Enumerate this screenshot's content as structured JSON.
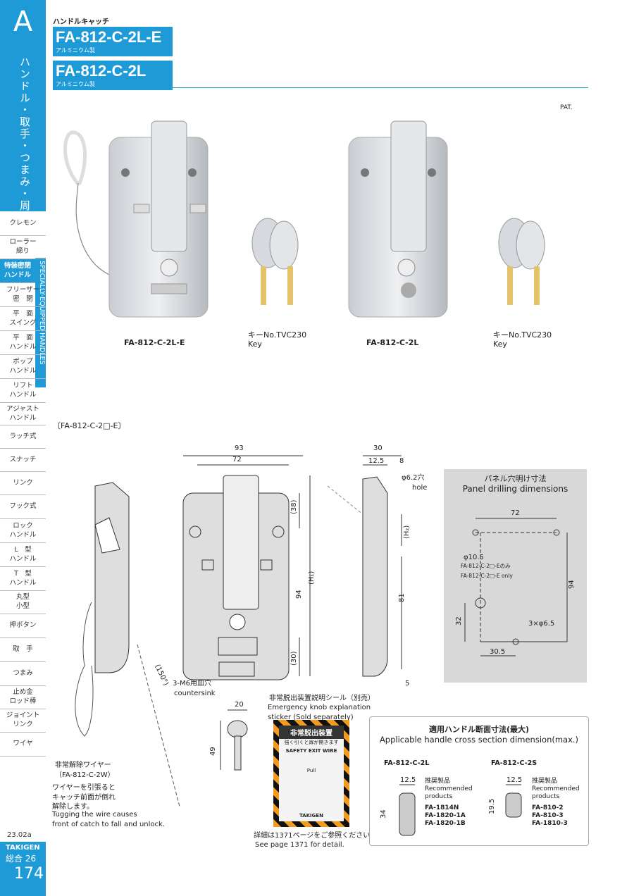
{
  "sidebar": {
    "letter": "A",
    "vertical_title": "ハンドル・取手・つまみ・周辺機器",
    "english_band": "SPECIALLY-EQUIPPED HANDLES",
    "items": [
      {
        "label": "クレモン"
      },
      {
        "label": "ローラー\n締り"
      },
      {
        "label": "特装密閉\nハンドル"
      },
      {
        "label": "フリーザー\n密　閉"
      },
      {
        "label": "平　面\nスイング"
      },
      {
        "label": "平　面\nハンドル"
      },
      {
        "label": "ポップ\nハンドル"
      },
      {
        "label": "リフト\nハンドル"
      },
      {
        "label": "アジャスト\nハンドル"
      },
      {
        "label": "ラッチ式"
      },
      {
        "label": "スナッチ"
      },
      {
        "label": "リンク"
      },
      {
        "label": "フック式"
      },
      {
        "label": "ロック\nハンドル"
      },
      {
        "label": "L　型\nハンドル"
      },
      {
        "label": "T　型\nハンドル"
      },
      {
        "label": "丸型\n小型"
      },
      {
        "label": "押ボタン"
      },
      {
        "label": "取　手"
      },
      {
        "label": "つまみ"
      },
      {
        "label": "止め金\nロッド棒"
      },
      {
        "label": "ジョイント\nリンク"
      },
      {
        "label": "ワイヤ"
      }
    ],
    "date": "23.02a",
    "brand": "TAKIGEN",
    "catalog": "総合 26",
    "page": "174"
  },
  "header": {
    "category": "ハンドルキャッチ",
    "models": [
      {
        "name": "FA-812-C-2L-E",
        "material": "アルミニウム製"
      },
      {
        "name": "FA-812-C-2L",
        "material": "アルミニウム製"
      }
    ],
    "pat": "PAT."
  },
  "photos": {
    "caption1": "FA-812-C-2L-E",
    "key1_line1": "キーNo.TVC230",
    "key1_line2": "Key",
    "caption2": "FA-812-C-2L",
    "key2_line1": "キーNo.TVC230",
    "key2_line2": "Key"
  },
  "drawing": {
    "section_label": "〔FA-812-C-2□-E〕",
    "dims": {
      "w93": "93",
      "w72": "72",
      "h38": "(38)",
      "h1": "(H₁)",
      "h94": "94",
      "h30": "(30)",
      "d30": "30",
      "d125": "12.5",
      "d8": "8",
      "phi62": "φ6.2穴",
      "hole": "hole",
      "h2": "(H₂)",
      "d81": "81",
      "d5": "5",
      "angle": "(150°)",
      "countersink_jp": "3-M6用皿穴",
      "countersink_en": "countersink",
      "key_w": "20",
      "key_h": "49"
    },
    "wire_jp": "非常解除ワイヤー",
    "wire_model": "（FA-812-C-2W）",
    "wire_desc_jp": "ワイヤーを引張ると\nキャッチ前面が倒れ\n解除します。",
    "wire_desc_en": "Tugging the wire causes\nfront of catch to fall and unlock.",
    "sticker_jp": "非常脱出装置説明シール（別売）",
    "sticker_en": "Emergency knob explanation\nsticker (Sold separately)",
    "sticker_title": "非常脱出装置",
    "sticker_sub": "強く引くと扉が開きます",
    "sticker_en_title": "SAFETY EXIT WIRE",
    "sticker_pull": "Pull",
    "sticker_brand": "TAKIGEN",
    "detail_jp": "詳細は1371ページをご参照ください。",
    "detail_en": "See page 1371 for detail."
  },
  "panel": {
    "title_jp": "パネル穴明け寸法",
    "title_en": "Panel drilling dimensions",
    "d72": "72",
    "phi105": "φ10.5",
    "only_jp": "FA-812-C-2□-Eのみ",
    "only_en": "FA-812-C-2□-E only",
    "d94": "94",
    "d32": "32",
    "holes": "3×φ6.5",
    "d305": "30.5"
  },
  "handle_section": {
    "title_jp": "適用ハンドル断面寸法(最大)",
    "title_en": "Applicable handle cross section dimension(max.)",
    "col1": {
      "model": "FA-812-C-2L",
      "w": "12.5",
      "h": "34",
      "rec_jp": "推奨製品",
      "rec_en": "Recommended\nproducts",
      "products": [
        "FA-1814N",
        "FA-1820-1A",
        "FA-1820-1B"
      ]
    },
    "col2": {
      "model": "FA-812-C-2S",
      "w": "12.5",
      "h": "19.5",
      "rec_jp": "推奨製品",
      "rec_en": "Recommended\nproducts",
      "products": [
        "FA-810-2",
        "FA-810-3",
        "FA-1810-3"
      ]
    }
  },
  "colors": {
    "accent": "#1e9ad6",
    "panel": "#d8d8d8"
  }
}
